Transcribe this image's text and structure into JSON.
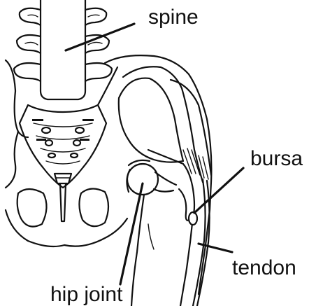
{
  "labels": {
    "spine": "spine",
    "bursa": "bursa",
    "tendon": "tendon",
    "hip_joint": "hip joint"
  },
  "colors": {
    "line": "#111111",
    "background": "#ffffff"
  }
}
